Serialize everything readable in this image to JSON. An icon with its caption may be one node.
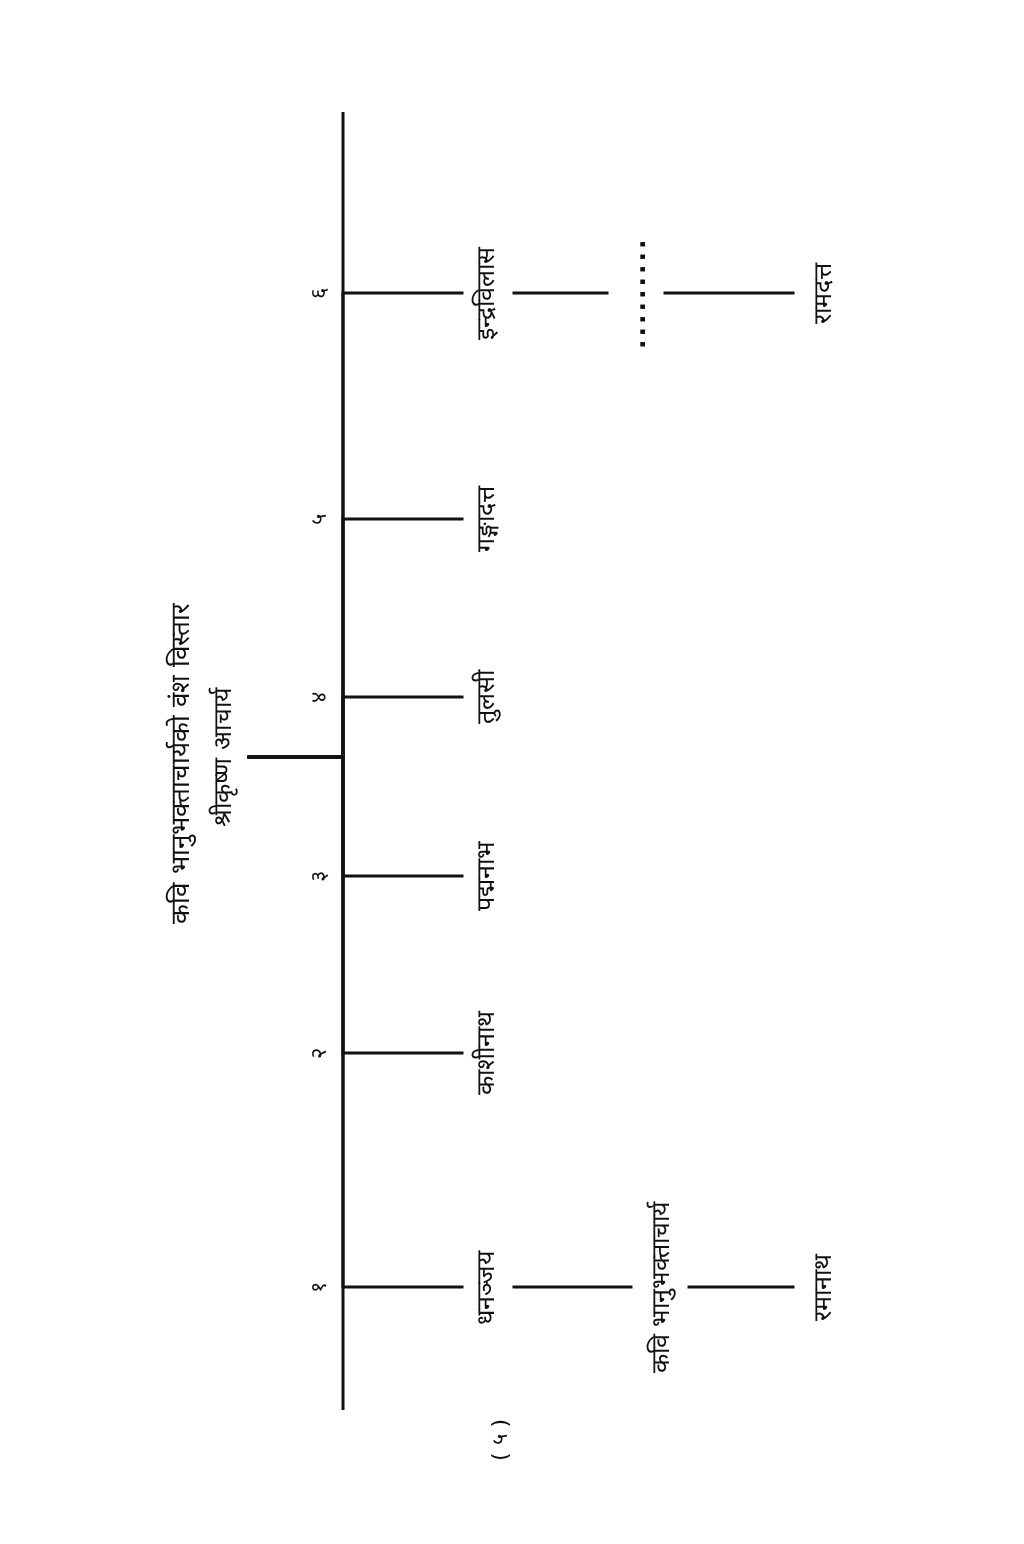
{
  "diagram": {
    "title": "कवि भानुभक्ताचार्यको वंश विस्तार",
    "nodes": [
      {
        "text": [
          "श्रीकृष्ण आचार्य"
        ]
      },
      {
        "text": [
          "धनञ्जय"
        ]
      },
      {
        "text": [
          "काशीनाथ"
        ]
      },
      {
        "text": [
          "पद्मनाभ"
        ]
      },
      {
        "text": [
          "तुलसी"
        ]
      },
      {
        "text": [
          "गङ्गादत्त"
        ]
      },
      {
        "text": [
          "इन्द्रविलास"
        ]
      },
      {
        "text": [
          "कवि भानुभक्ताचार्य"
        ]
      },
      {
        "text": [
          "रमानाथ"
        ]
      },
      {
        "text": [
          "........."
        ]
      },
      {
        "text": [
          "रामदत्त"
        ]
      }
    ],
    "edges": [
      {
        "from": 0,
        "to": 1,
        "arrow": "none",
        "label": "१"
      },
      {
        "from": 0,
        "to": 2,
        "arrow": "none",
        "label": "२"
      },
      {
        "from": 0,
        "to": 3,
        "arrow": "none",
        "label": "३"
      },
      {
        "from": 0,
        "to": 4,
        "arrow": "none",
        "label": "४"
      },
      {
        "from": 0,
        "to": 5,
        "arrow": "none",
        "label": "५"
      },
      {
        "from": 0,
        "to": 6,
        "arrow": "none",
        "label": "६"
      },
      {
        "from": 1,
        "to": 7,
        "arrow": "none"
      },
      {
        "from": 7,
        "to": 8,
        "arrow": "none"
      },
      {
        "from": 6,
        "to": 9,
        "arrow": "none"
      },
      {
        "from": 9,
        "to": 10,
        "arrow": "none"
      }
    ],
    "labels": [
      "( ५ )"
    ]
  }
}
